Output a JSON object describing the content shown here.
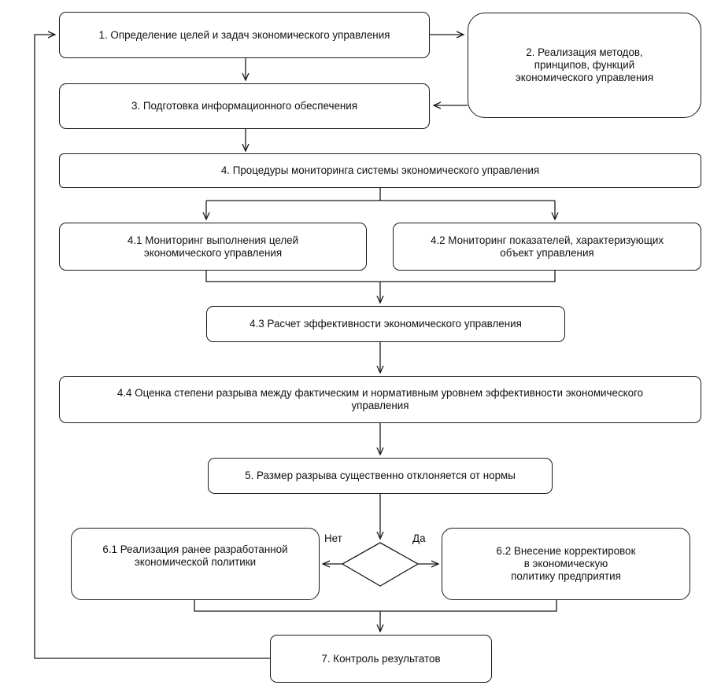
{
  "nodes": {
    "n1": "1. Определение целей и задач экономического управления",
    "n2": "2. Реализация методов,\nпринципов, функций\nэкономического управления",
    "n3": "3. Подготовка информационного обеспечения",
    "n4": "4. Процедуры мониторинга системы экономического управления",
    "n41": "4.1 Мониторинг выполнения целей\nэкономического управления",
    "n42": "4.2 Мониторинг показателей, характеризующих\nобъект управления",
    "n43": "4.3 Расчет эффективности экономического управления",
    "n44": "4.4 Оценка степени разрыва между фактическим и нормативным уровнем эффективности экономического\nуправления",
    "n5": "5. Размер разрыва существенно отклоняется от нормы",
    "n61": "6.1 Реализация ранее разработанной\nэкономической политики",
    "n62": "6.2 Внесение корректировок\nв экономическую\nполитику предприятия",
    "n7": "7. Контроль результатов"
  },
  "decision": {
    "no_label": "Нет",
    "yes_label": "Да"
  },
  "colors": {
    "stroke": "#1a1a1a",
    "background": "#ffffff"
  }
}
